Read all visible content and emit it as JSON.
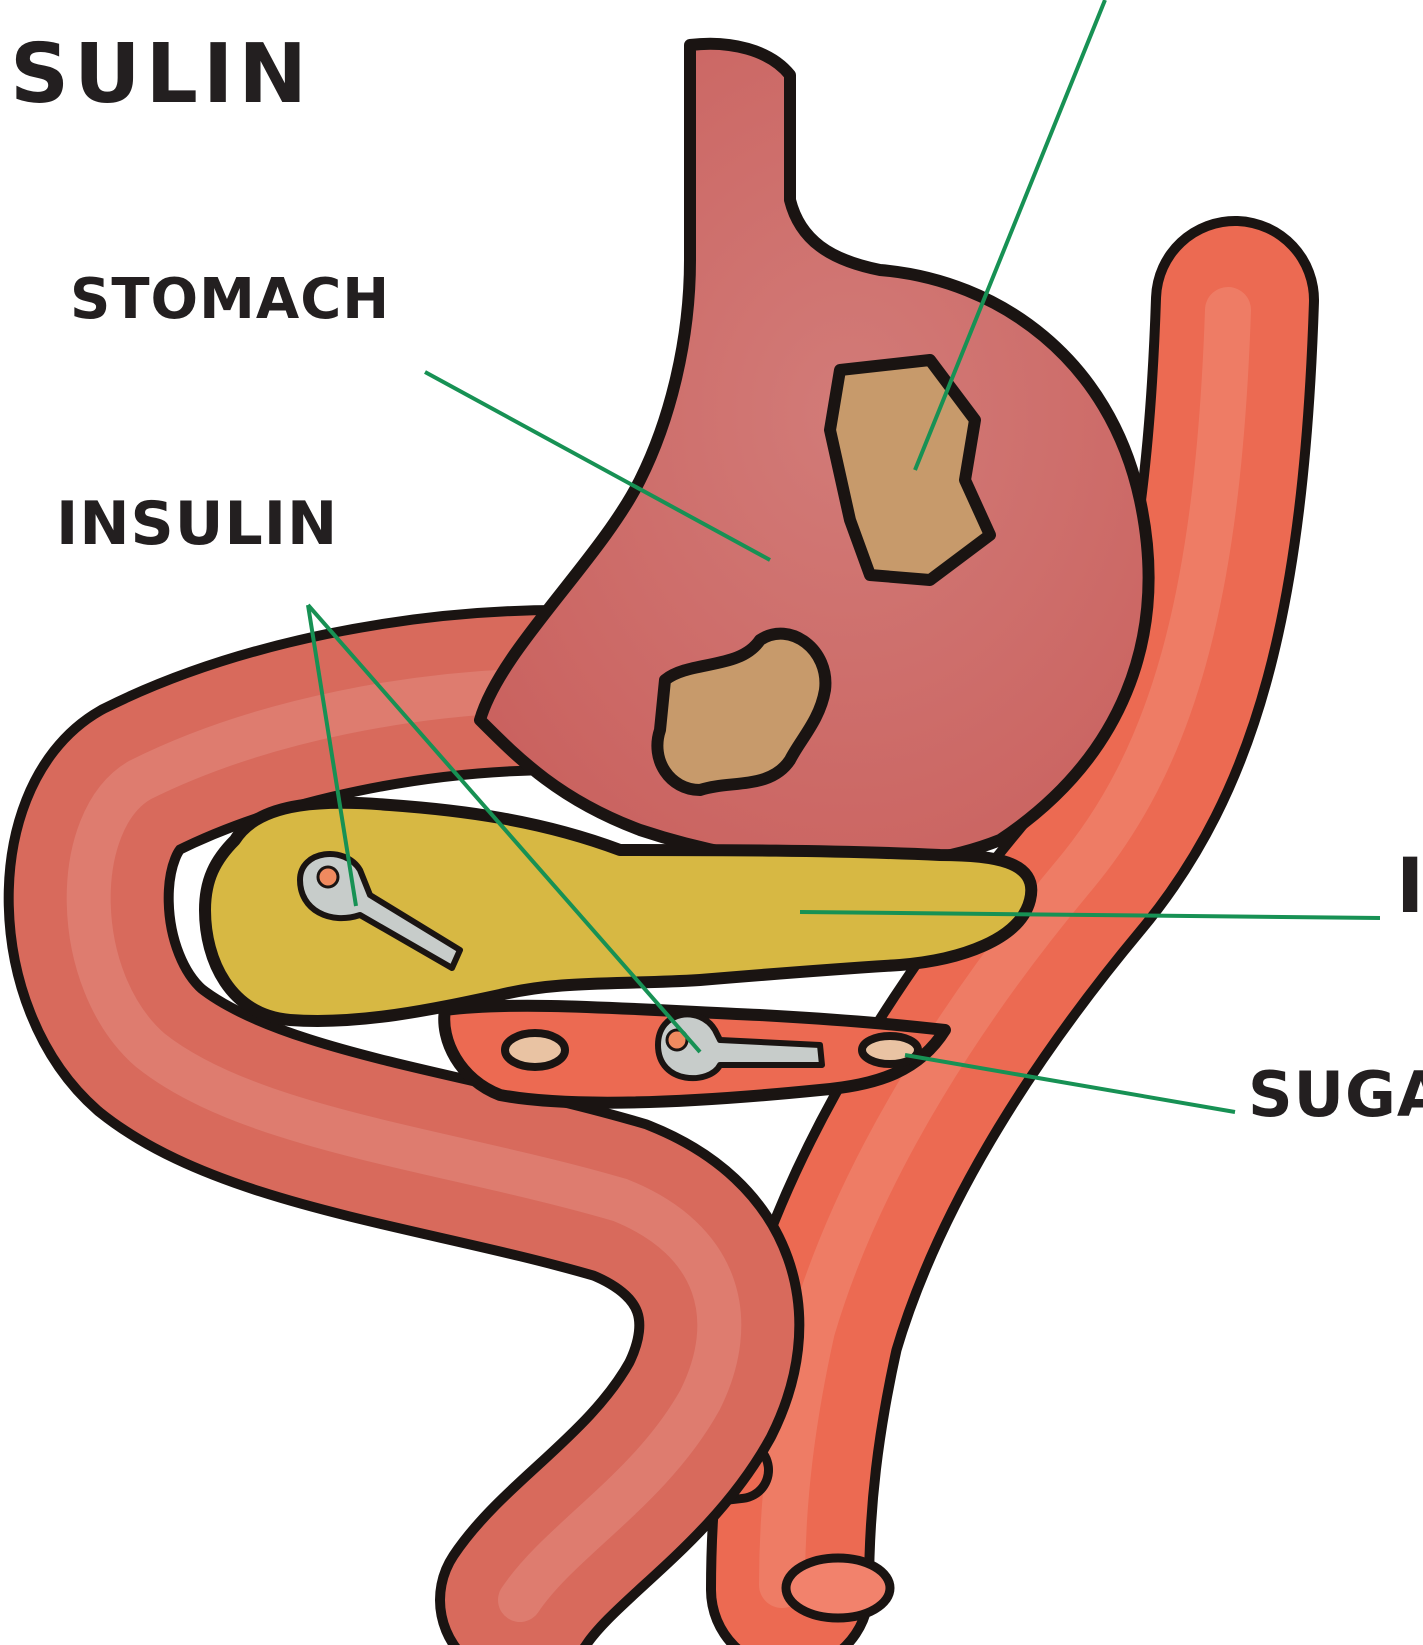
{
  "labels": {
    "title": "SULIN",
    "stomach": "STOMACH",
    "insulin": "INSULIN",
    "pancreas": "I",
    "sugar": "SUGA"
  },
  "colors": {
    "outline": "#1a1412",
    "stomach": "#cf6e6a",
    "intestine": "#d86a5c",
    "blood_vessel": "#ec6a52",
    "pancreas": "#d7b843",
    "food": "#c79a6b",
    "key": "#c7ccca",
    "key_dot": "#f08a5f",
    "sugar": "#e9c3a3",
    "pointer_line": "#179154",
    "text": "#231f20"
  }
}
